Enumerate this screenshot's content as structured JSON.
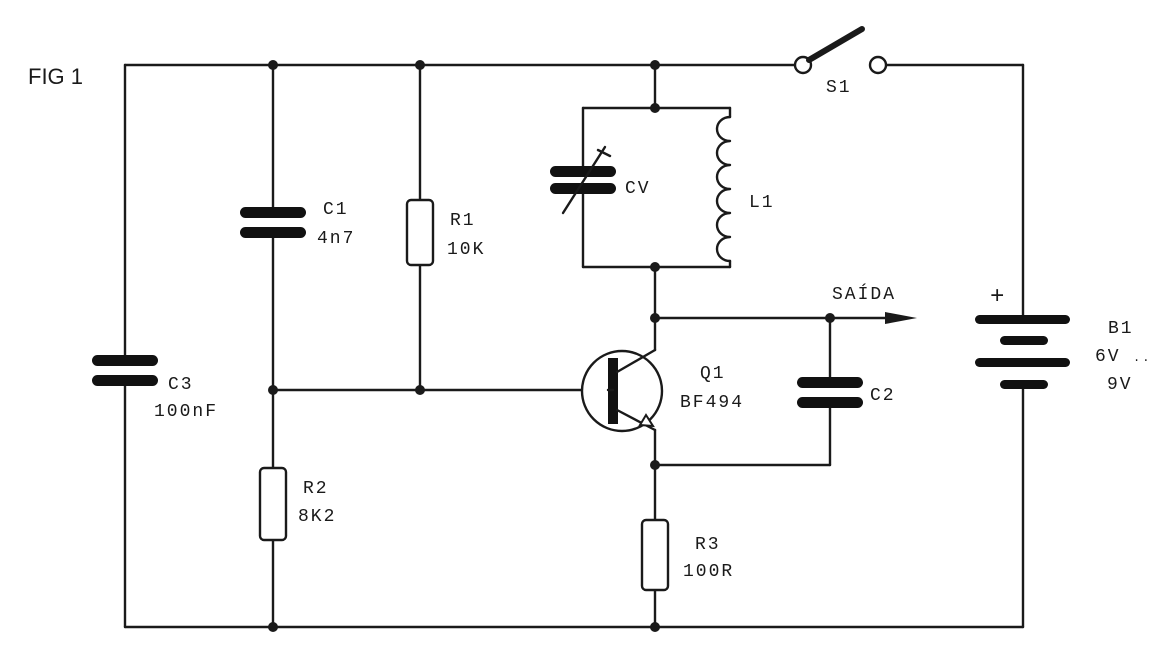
{
  "figure_label": "FIG 1",
  "components": {
    "c1": {
      "name": "C1",
      "value": "4n7"
    },
    "c2": {
      "name": "C2"
    },
    "c3": {
      "name": "C3",
      "value": "100nF"
    },
    "cv": {
      "name": "CV"
    },
    "l1": {
      "name": "L1"
    },
    "r1": {
      "name": "R1",
      "value": "10K"
    },
    "r2": {
      "name": "R2",
      "value": "8K2"
    },
    "r3": {
      "name": "R3",
      "value": "100R"
    },
    "q1": {
      "name": "Q1",
      "value": "BF494"
    },
    "s1": {
      "name": "S1"
    },
    "b1": {
      "name": "B1",
      "value_a": "6V",
      "value_b": "9V",
      "sep": "..",
      "polarity": "+"
    }
  },
  "output_label": "SAÍDA",
  "colors": {
    "ink": "#1a1a1a",
    "paper": "#ffffff"
  }
}
